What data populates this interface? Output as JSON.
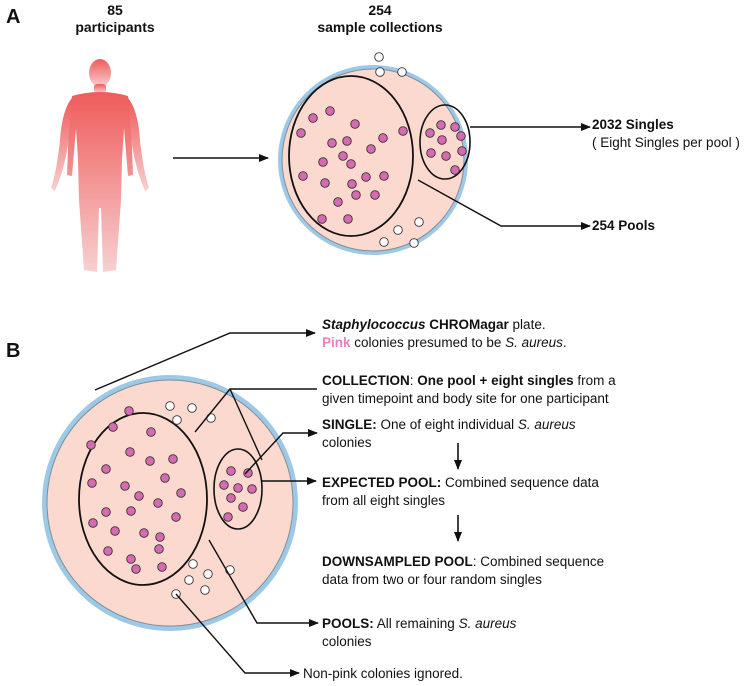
{
  "panel_a": {
    "letter": "A",
    "participants_count": "85",
    "participants_label": "participants",
    "collections_count": "254",
    "collections_label": "sample collections",
    "singles_title": "2032 Singles",
    "singles_sub": "( Eight Singles per pool )",
    "pools_label": "254 Pools"
  },
  "panel_b": {
    "letter": "B",
    "plate": {
      "italic": "Staphylococcus",
      "bold": " CHROMagar",
      "rest": " plate.",
      "pink_word": "Pink",
      "line2a": " colonies presumed to be ",
      "line2_italic": "S. aureus",
      "line2b": "."
    },
    "collection": {
      "term": "COLLECTION",
      "sep": ": ",
      "bold": "One pool + eight singles",
      "line1_rest": " from a",
      "line2": "given timepoint and body site for one participant"
    },
    "single": {
      "term": "SINGLE:",
      "line1": " One of eight individual ",
      "italic": "S. aureus",
      "line2": "colonies"
    },
    "expected": {
      "term": "EXPECTED POOL:",
      "line1": " Combined sequence data",
      "line2": "from all eight singles"
    },
    "downsampled": {
      "term": "DOWNSAMPLED POOL",
      "line1": ": Combined sequence",
      "line2": "data from two or four random singles"
    },
    "pools": {
      "term": "POOLS:",
      "line1": " All remaining ",
      "italic": "S. aureus",
      "line2": "colonies"
    },
    "nonpink": "Non-pink colonies ignored."
  },
  "colors": {
    "plate_fill": "#fbd9cf",
    "plate_ring": "#9ec9e6",
    "colony_pink": "#d66bb1",
    "body_top": "#ef5b5b",
    "body_bottom": "#f7d0d0"
  }
}
